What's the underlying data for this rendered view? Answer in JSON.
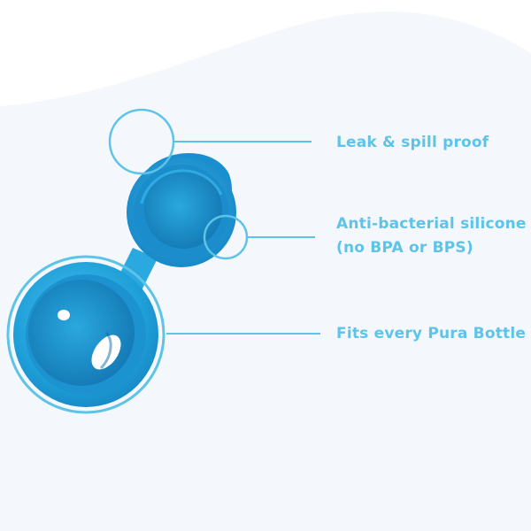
{
  "colors": {
    "background": "#ffffff",
    "wave": "#f4f8fc",
    "accent": "#5ec3e8",
    "silicone_blue": "#1e9fd8",
    "silicone_light": "#3ab4e6",
    "silicone_dark": "#1378b4"
  },
  "features": [
    {
      "lines": [
        "Leak & spill proof"
      ]
    },
    {
      "lines": [
        "Anti-bacterial silicone",
        "(no BPA or BPS)"
      ]
    },
    {
      "lines": [
        "Fits every Pura Bottle"
      ]
    }
  ]
}
